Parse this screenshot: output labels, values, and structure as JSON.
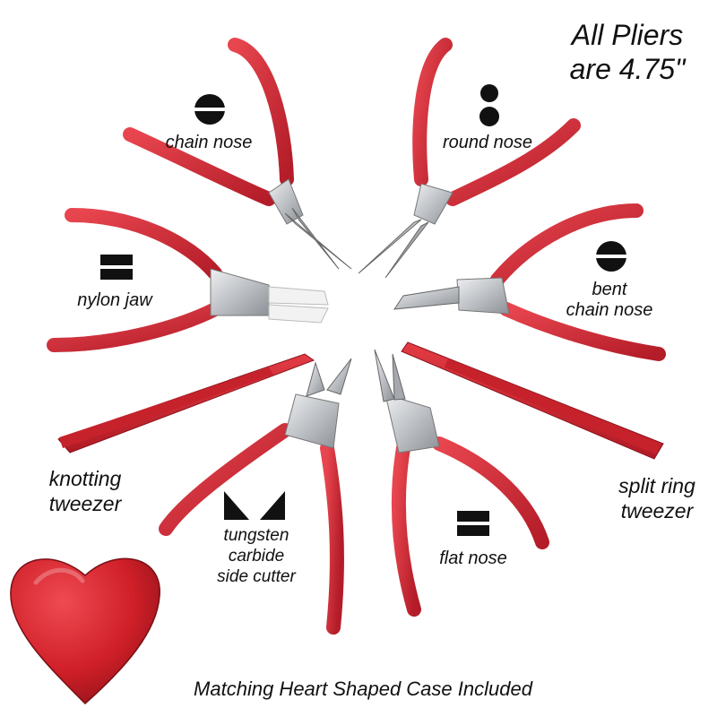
{
  "headline": {
    "line1": "All Pliers",
    "line2": "are 4.75\""
  },
  "tools": {
    "chain_nose": {
      "label": "chain nose",
      "symbol": "chain-nose-profile-icon"
    },
    "round_nose": {
      "label": "round nose",
      "symbol": "round-nose-profile-icon"
    },
    "nylon_jaw": {
      "label": "nylon jaw",
      "symbol": "nylon-jaw-profile-icon"
    },
    "bent_chain_nose": {
      "line1": "bent",
      "line2": "chain nose",
      "symbol": "bent-chain-nose-profile-icon"
    },
    "knotting_tweezer": {
      "line1": "knotting",
      "line2": "tweezer"
    },
    "split_ring_tweezer": {
      "line1": "split ring",
      "line2": "tweezer"
    },
    "side_cutter": {
      "line1": "tungsten",
      "line2": "carbide",
      "line3": "side cutter",
      "symbol": "side-cutter-profile-icon"
    },
    "flat_nose": {
      "label": "flat nose",
      "symbol": "flat-nose-profile-icon"
    }
  },
  "case_caption": "Matching Heart Shaped Case Included",
  "colors": {
    "handle": "#d42a35",
    "handle_dark": "#b31c28",
    "steel": "#c8cbd0",
    "nylon": "#f2f2f2",
    "case": "#cf1f28",
    "text": "#111111"
  }
}
